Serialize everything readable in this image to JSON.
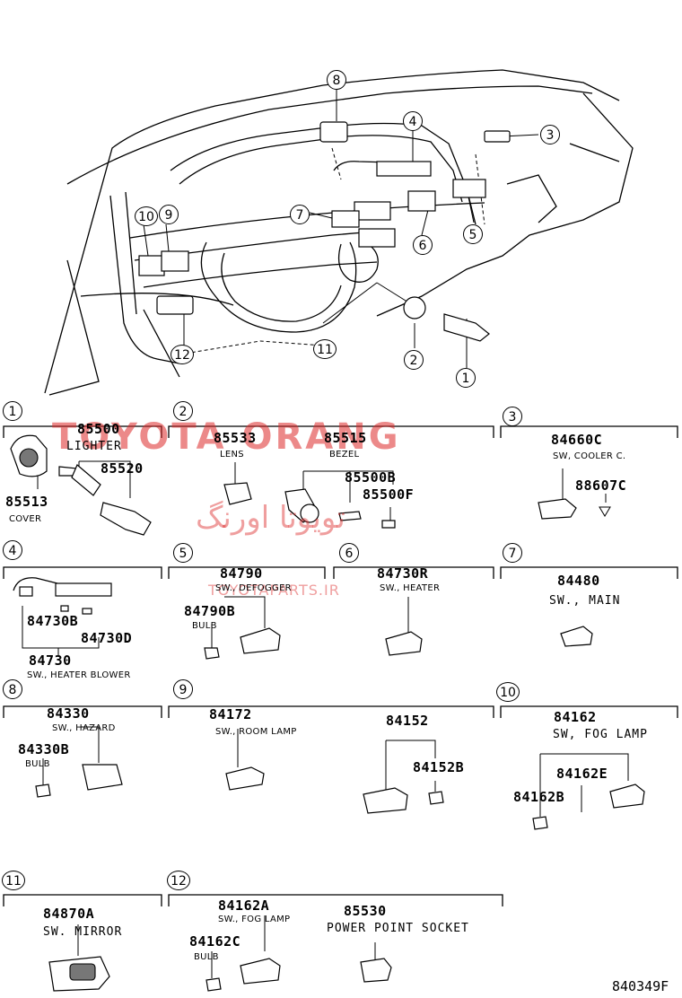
{
  "callouts": {
    "c1": "1",
    "c2": "2",
    "c3": "3",
    "c4": "4",
    "c5": "5",
    "c6": "6",
    "c7": "7",
    "c8": "8",
    "c9": "9",
    "c10": "10",
    "c11": "11",
    "c12": "12"
  },
  "sections": {
    "s1": {
      "num": "1",
      "lighter_pn": "85500",
      "lighter_name": "LIGHTER",
      "pn_85520": "85520",
      "cover_pn": "85513",
      "cover_name": "COVER"
    },
    "s2": {
      "num": "2",
      "lens_pn": "85533",
      "lens_name": "LENS",
      "bezel_pn": "85515",
      "bezel_name": "BEZEL",
      "pn_b": "85500B",
      "pn_f": "85500F"
    },
    "s3": {
      "num": "3",
      "pn": "84660C",
      "name": "SW, COOLER C.",
      "clip_pn": "88607C"
    },
    "s4": {
      "num": "4",
      "pn_b": "84730B",
      "pn_d": "84730D",
      "pn": "84730",
      "name": "SW., HEATER BLOWER"
    },
    "s5": {
      "num": "5",
      "pn": "84790",
      "name": "SW., DEFOGGER",
      "bulb_pn": "84790B",
      "bulb_name": "BULB"
    },
    "s6": {
      "num": "6",
      "pn": "84730R",
      "name": "SW., HEATER"
    },
    "s7": {
      "num": "7",
      "pn": "84480",
      "name": "SW., MAIN"
    },
    "s8": {
      "num": "8",
      "pn": "84330",
      "name": "SW., HAZARD",
      "bulb_pn": "84330B",
      "bulb_name": "BULB"
    },
    "s9": {
      "num": "9",
      "pn": "84172",
      "name": "SW., ROOM LAMP",
      "pn2": "84152",
      "pn2b": "84152B"
    },
    "s10": {
      "num": "10",
      "pn": "84162",
      "name": "SW, FOG LAMP",
      "pn_e": "84162E",
      "pn_b": "84162B"
    },
    "s11": {
      "num": "11",
      "pn": "84870A",
      "name": "SW. MIRROR"
    },
    "s12": {
      "num": "12",
      "pn": "84162A",
      "name": "SW., FOG LAMP",
      "bulb_pn": "84162C",
      "bulb_name": "BULB",
      "socket_pn": "85530",
      "socket_name": "POWER POINT SOCKET"
    }
  },
  "watermark": {
    "text_en": "TOYOTA ORANG",
    "text_fa": "تویوتا اورنگ",
    "text_url": "TOYOTAPARTS.IR"
  },
  "figure_ref": "840349F"
}
